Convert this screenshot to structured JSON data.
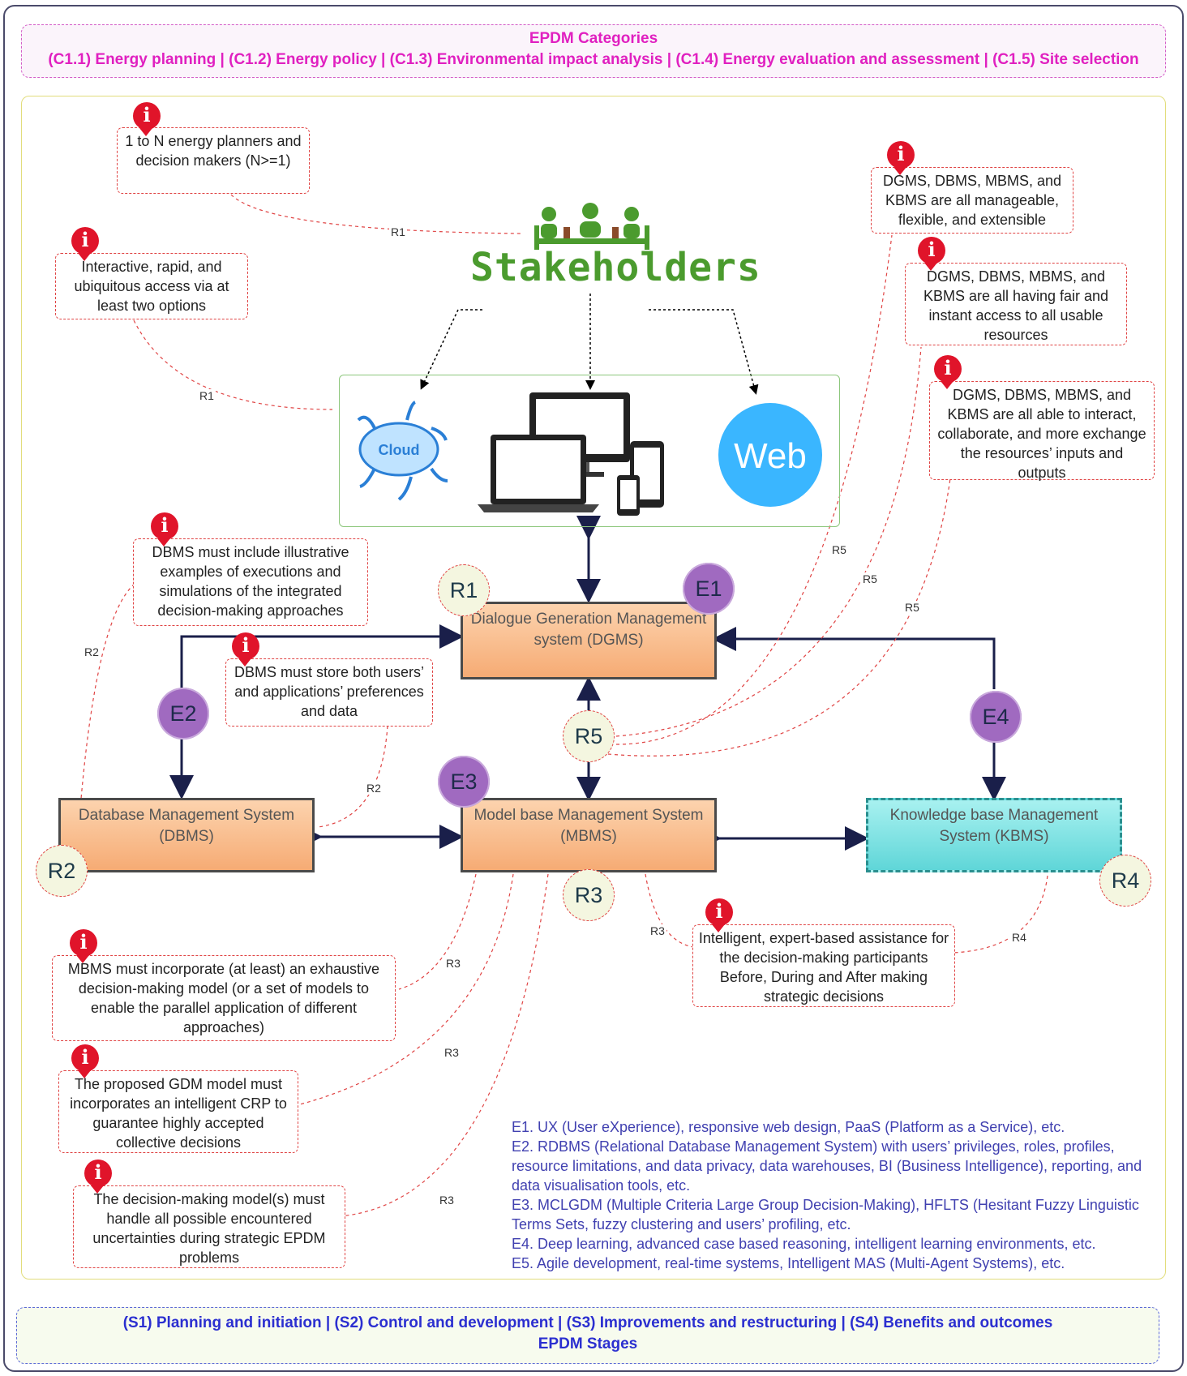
{
  "categories": {
    "title": "EPDM Categories",
    "items": "(C1.1) Energy planning | (C1.2) Energy policy | (C1.3) Environmental impact analysis | (C1.4) Energy evaluation and assessment | (C1.5)  Site selection"
  },
  "stages": {
    "items": "(S1) Planning and initiation | (S2) Control and development | (S3) Improvements and restructuring | (S4) Benefits and outcomes",
    "title": "EPDM Stages"
  },
  "stakeholders": {
    "title": "Stakeholders"
  },
  "access": {
    "cloud": "Cloud",
    "web": "Web"
  },
  "notes": {
    "planners": "1 to N energy planners and decision makers (N>=1)",
    "access": "Interactive, rapid, and ubiquitous access via at least two options",
    "manageable": "DGMS, DBMS, MBMS, and KBMS are all manageable, flexible, and extensible",
    "fair_access": "DGMS, DBMS, MBMS, and KBMS are all having fair and instant access to all usable resources",
    "interact": "DGMS, DBMS, MBMS, and KBMS are all able to interact, collaborate, and more exchange the resources’ inputs and outputs",
    "dbms_examples": "DBMS must include illustrative examples of executions and simulations of the integrated decision-making approaches",
    "dbms_store": "DBMS must store both users’ and applications’ preferences and data",
    "mbms_model": "MBMS must incorporate (at least) an exhaustive decision-making model  (or a set of models to enable the parallel application of different approaches)",
    "gdm_crp": "The proposed GDM model must incorporates an intelligent CRP to guarantee highly accepted collective decisions",
    "uncertainties": "The decision-making model(s) must handle all possible encountered uncertainties during strategic EPDM problems",
    "assistance": "Intelligent, expert-based assistance for the decision-making participants Before, During and After making strategic decisions"
  },
  "systems": {
    "dgms": "Dialogue Generation Management system (DGMS)",
    "dbms": "Database Management System (DBMS)",
    "mbms": "Model base Management System (MBMS)",
    "kbms": "Knowledge base Management System (KBMS)"
  },
  "circles": {
    "r1": "R1",
    "r2": "R2",
    "r3": "R3",
    "r4": "R4",
    "r5": "R5",
    "e1": "E1",
    "e2": "E2",
    "e3": "E3",
    "e4": "E4"
  },
  "link_labels": {
    "r1": "R1",
    "r2": "R2",
    "r3": "R3",
    "r4": "R4",
    "r5": "R5"
  },
  "legend": {
    "e1": "E1. UX (User eXperience), responsive web design, PaaS (Platform as a  Service), etc.",
    "e2": "E2. RDBMS (Relational Database Management System) with users’ privileges, roles, profiles, resource limitations, and data privacy, data warehouses, BI (Business Intelligence), reporting, and data visualisation tools, etc.",
    "e3": "E3. MCLGDM (Multiple Criteria Large Group Decision-Making), HFLTS (Hesitant Fuzzy Linguistic Terms Sets, fuzzy clustering and users’ profiling, etc.",
    "e4": "E4. Deep learning, advanced case based reasoning, intelligent learning environments, etc.",
    "e5": "E5. Agile development, real-time systems, Intelligent MAS (Multi-Agent Systems), etc."
  },
  "colors": {
    "category_text": "#e020c0",
    "stage_text": "#2b2fd0",
    "legend_text": "#4040b0",
    "stakeholders_green": "#4b9b2e",
    "info_red": "#e0142a",
    "system_orange": "#f6ab74",
    "kbms_cyan": "#5fd6d8",
    "e_purple": "#a06ac0"
  }
}
